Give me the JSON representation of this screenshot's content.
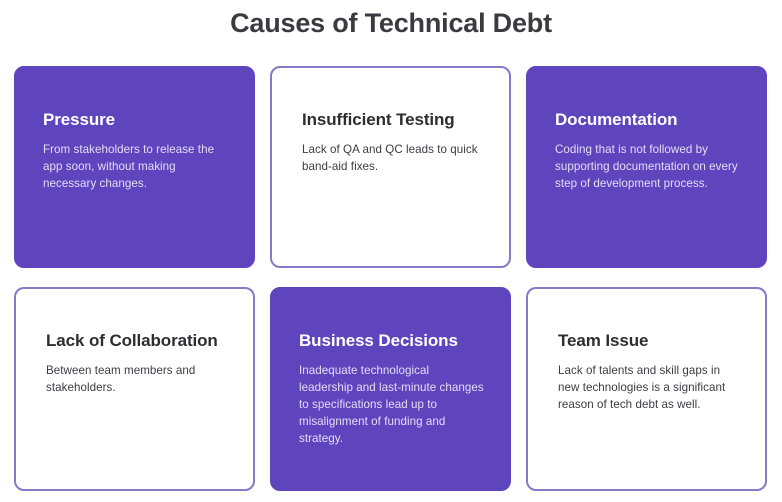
{
  "page": {
    "title": "Causes of Technical Debt",
    "background_color": "#ffffff"
  },
  "theme": {
    "accent_purple": "#5e45be",
    "border_lavender": "#8579c8",
    "title_color": "#3a3a40",
    "filled_heading_color": "#ffffff",
    "filled_body_color": "#e3ddf4",
    "outlined_heading_color": "#2d2d33",
    "outlined_body_color": "#3c3c44"
  },
  "cards": [
    {
      "heading": "Pressure",
      "body": "From stakeholders to release the app soon, without making necessary changes.",
      "style": "filled"
    },
    {
      "heading": "Insufficient Testing",
      "body": "Lack of QA and QC leads to quick band-aid fixes.",
      "style": "outlined"
    },
    {
      "heading": "Documentation",
      "body": "Coding that is not followed by supporting documentation on every step of development process.",
      "style": "filled"
    },
    {
      "heading": "Lack of Collaboration",
      "body": "Between team members and stakeholders.",
      "style": "outlined"
    },
    {
      "heading": "Business Decisions",
      "body": "Inadequate technological leadership and last-minute changes to specifications lead up to misalignment of funding and strategy.",
      "style": "filled"
    },
    {
      "heading": "Team Issue",
      "body": "Lack of talents and skill gaps in new technologies is a significant reason of tech debt as well.",
      "style": "outlined"
    }
  ]
}
